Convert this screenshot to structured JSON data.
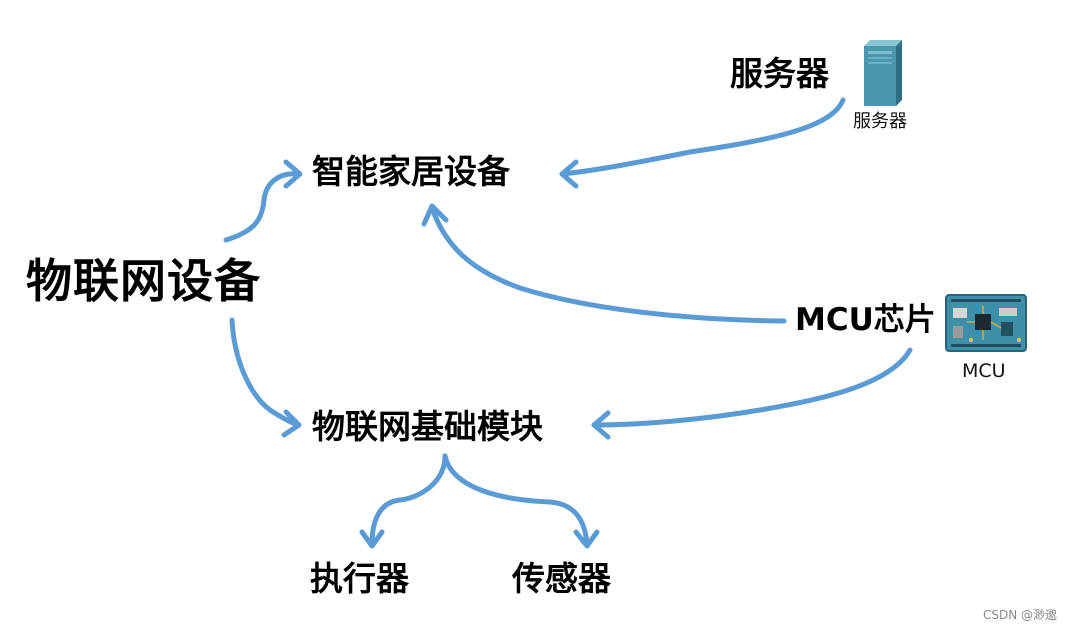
{
  "nodes": {
    "iot_device": "物联网设备",
    "smart_home_device": "智能家居设备",
    "server": "服务器",
    "server_icon_caption": "服务器",
    "iot_module": "物联网基础模块",
    "mcu_chip": "MCU芯片",
    "mcu_icon_caption": "MCU",
    "actuator": "执行器",
    "sensor": "传感器"
  },
  "icons": {
    "server": "server-tower-icon",
    "mcu": "circuit-board-icon"
  },
  "colors": {
    "arrow": "#5b9bd5",
    "server_body": "#4a97ae",
    "board": "#3f8fa8"
  },
  "watermark": "CSDN @渺邈"
}
